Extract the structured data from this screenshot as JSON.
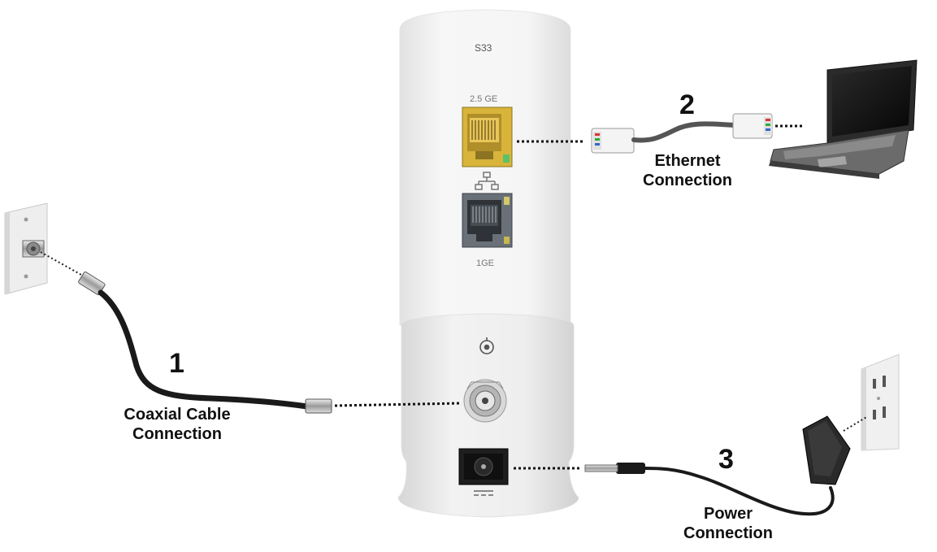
{
  "device": {
    "model": "S33",
    "port_top_label": "2.5 GE",
    "port_bottom_label": "1GE"
  },
  "steps": [
    {
      "number": "1",
      "label_line1": "Coaxial Cable",
      "label_line2": "Connection"
    },
    {
      "number": "2",
      "label_line1": "Ethernet",
      "label_line2": "Connection"
    },
    {
      "number": "3",
      "label_line1": "Power",
      "label_line2": "Connection"
    }
  ],
  "colors": {
    "background": "#ffffff",
    "device_body": "#f2f2f2",
    "port_2_5ge": "#d9b43a",
    "cable": "#1a1a1a",
    "laptop_screen": "#0d0d0d"
  },
  "icons": [
    "coax-wall-plate-icon",
    "power-outlet-icon",
    "laptop-icon",
    "ethernet-symbol-icon",
    "coax-symbol-icon",
    "dc-symbol-icon"
  ]
}
